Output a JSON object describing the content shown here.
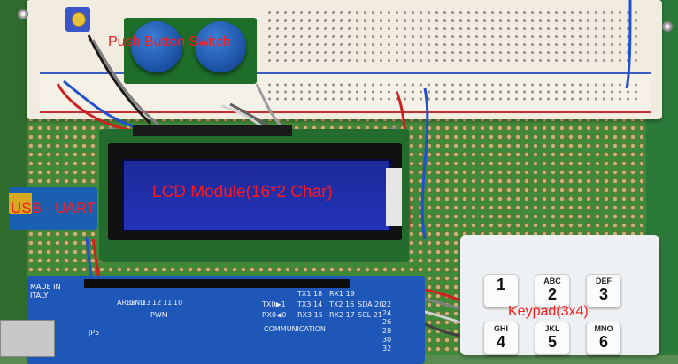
{
  "labels": {
    "push_button": "Push Button Switch",
    "lcd": "LCD Module(16*2 Char)",
    "usb_uart": "USB - UART",
    "keypad": "Keypad(3x4)"
  },
  "board_silkscreen": {
    "made_in": "MADE IN ITALY",
    "communication": "COMMUNICATION",
    "pwm": "PWM",
    "tx0": "TX0▶1",
    "rx0": "RX0◀0",
    "tx3": "TX3 14",
    "rx3": "RX3 15",
    "tx2": "TX2 16",
    "rx2": "RX2 17",
    "tx1": "TX1 18",
    "rx1": "RX1 19",
    "sda": "SDA 20",
    "scl": "SCL 21",
    "aref": "AREF",
    "gnd": "GND",
    "pin_13": "13",
    "pin_12": "12",
    "pin_11": "11",
    "pin_10": "10",
    "pin_22": "22",
    "pin_24": "24",
    "pin_26": "26",
    "pin_28": "28",
    "pin_30": "30",
    "pin_32": "32",
    "jp5": "JP5"
  },
  "keypad_keys": [
    {
      "letters": "",
      "digit": "1"
    },
    {
      "letters": "ABC",
      "digit": "2"
    },
    {
      "letters": "DEF",
      "digit": "3"
    },
    {
      "letters": "GHI",
      "digit": "4"
    },
    {
      "letters": "JKL",
      "digit": "5"
    },
    {
      "letters": "MNO",
      "digit": "6"
    }
  ],
  "colors": {
    "annotation": "#ff1a1a",
    "lcd_background": "#2433b8",
    "pcb": "#3f8a3a",
    "arduino": "#1f57b8",
    "button_cap": "#1a4fa0"
  }
}
